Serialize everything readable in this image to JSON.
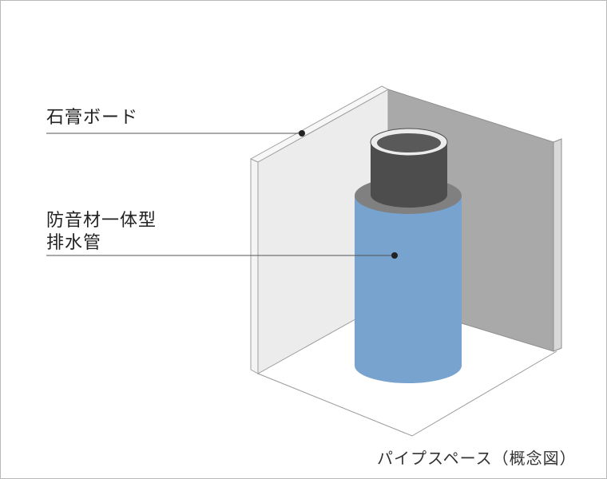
{
  "labels": {
    "gypsum_board": "石膏ボード",
    "pipe_line1": "防音材一体型",
    "pipe_line2": "排水管"
  },
  "caption": "パイプスペース（概念図）",
  "colors": {
    "left_wall": "#ececec",
    "back_wall": "#a9a9a9",
    "pipe_insulation": "#78a3cf",
    "pipe_core": "#4d4d4d",
    "pipe_collar": "#808080",
    "leader_line": "#555555"
  }
}
